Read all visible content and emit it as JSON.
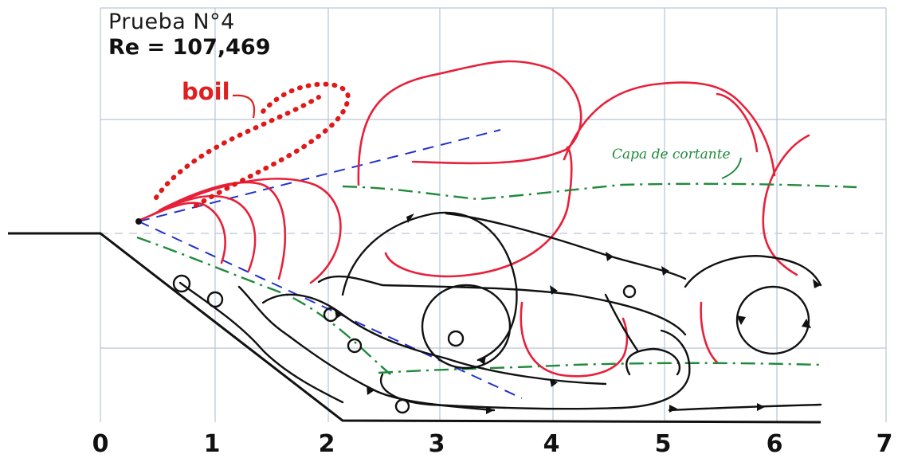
{
  "title": "Prueba N°4",
  "reynolds": "Re = 107,469",
  "annotations": {
    "boil": "boil",
    "shear_layer": "Capa de cortante"
  },
  "x_axis_ticks": [
    "0",
    "1",
    "2",
    "3",
    "4",
    "5",
    "6",
    "7"
  ],
  "colors": {
    "vortex_outline": "#e8203a",
    "boil_dots": "#e01818",
    "shear_layer": "#1f8a3c",
    "separation_line": "#2233cc",
    "streamlines": "#111111",
    "grid": "#b9c4d6"
  }
}
